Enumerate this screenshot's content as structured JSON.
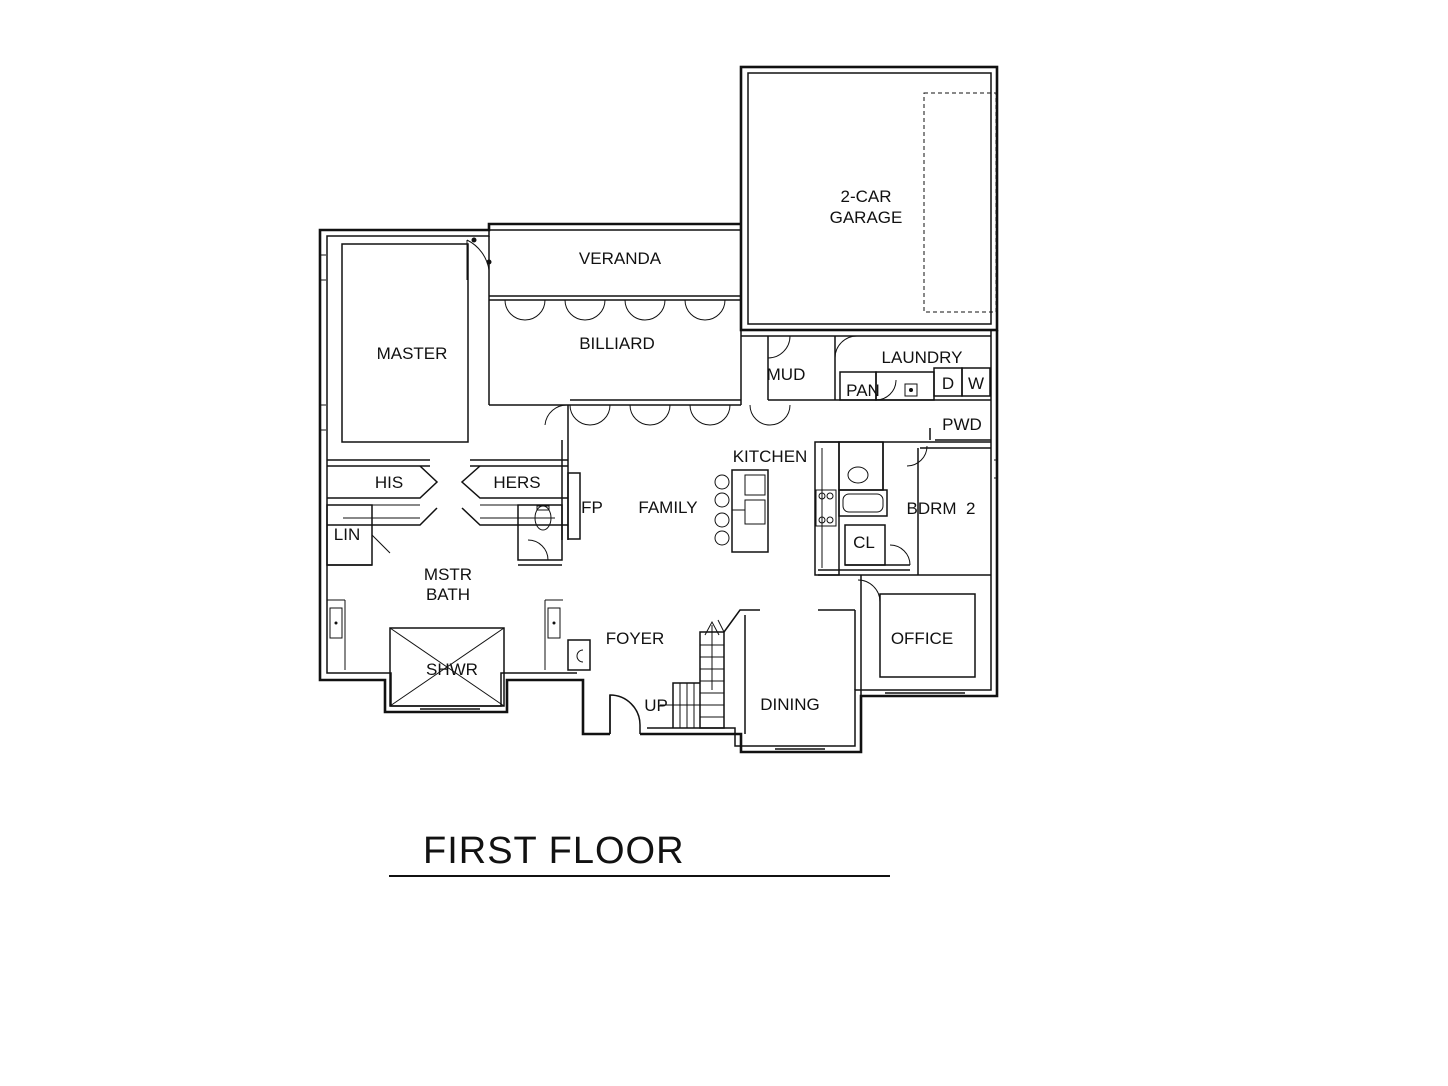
{
  "title": "FIRST FLOOR",
  "rooms": {
    "garage_line1": "2-CAR",
    "garage_line2": "GARAGE",
    "veranda": "VERANDA",
    "master": "MASTER",
    "billiard": "BILLIARD",
    "mud": "MUD",
    "laundry": "LAUNDRY",
    "pan": "PAN",
    "dryer": "D",
    "washer": "W",
    "pwd": "PWD",
    "kitchen": "KITCHEN",
    "his": "HIS",
    "hers": "HERS",
    "fp": "FP",
    "family": "FAMILY",
    "bdrm2": "BDRM  2",
    "lin": "LIN",
    "cl": "CL",
    "mstr_bath_line1": "MSTR",
    "mstr_bath_line2": "BATH",
    "foyer": "FOYER",
    "office": "OFFICE",
    "shwr": "SHWR",
    "up": "UP",
    "dining": "DINING"
  }
}
